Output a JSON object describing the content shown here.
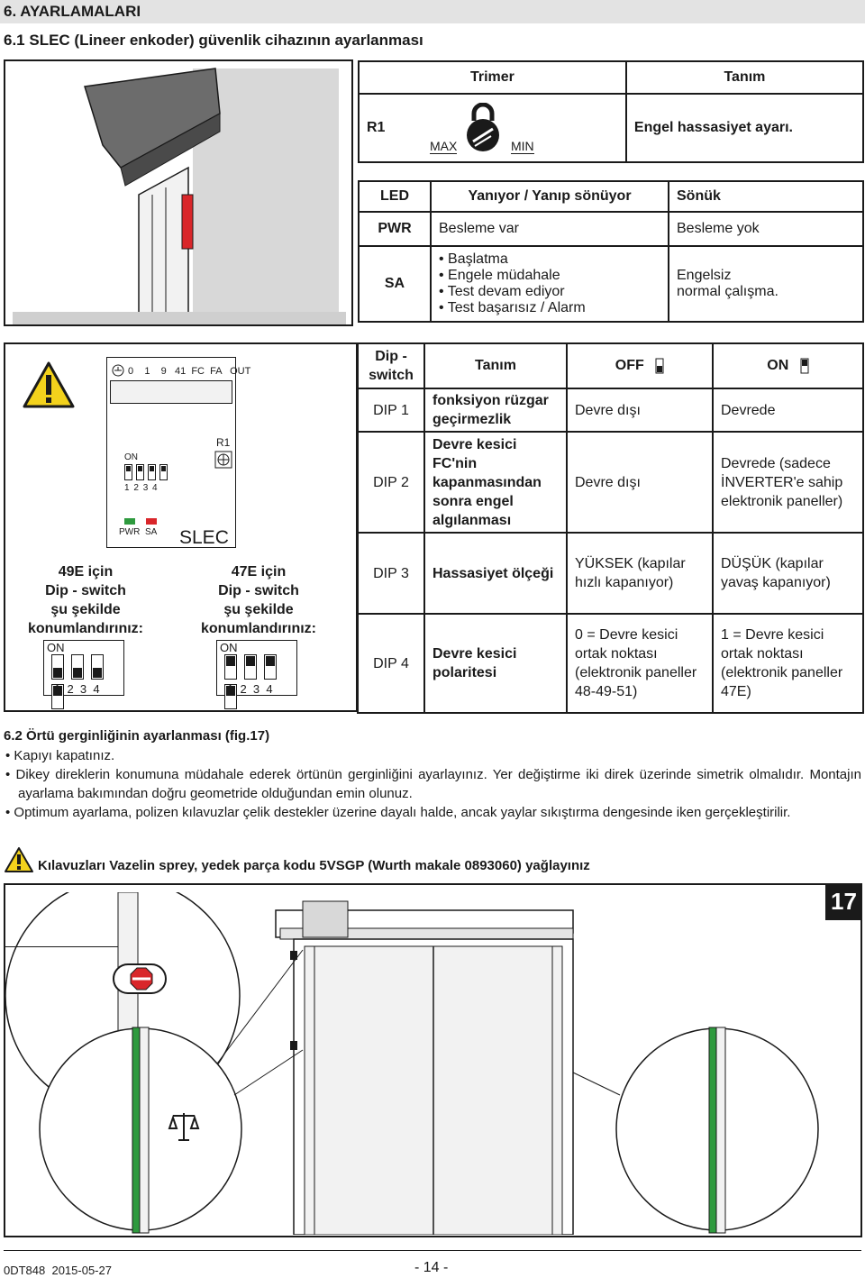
{
  "section": {
    "title": "6. AYARLAMALARI"
  },
  "subsection_1": {
    "title": "6.1 SLEC (Lineer enkoder) güvenlik cihazının ayarlanması"
  },
  "trimmer_table": {
    "headers": [
      "Trimer",
      "Tanım"
    ],
    "row": {
      "label": "R1",
      "max": "MAX",
      "min": "MIN",
      "description": "Engel hassasiyet ayarı."
    }
  },
  "led_table": {
    "headers": [
      "LED",
      "Yanıyor / Yanıp sönüyor",
      "Sönük"
    ],
    "pwr": {
      "label": "PWR",
      "on": "Besleme var",
      "off": "Besleme yok"
    },
    "sa": {
      "label": "SA",
      "on_items": [
        "Başlatma",
        "Engele müdahale",
        "Test devam ediyor",
        "Test başarısız / Alarm"
      ],
      "off_line1": "Engelsiz",
      "off_line2": "normal çalışma."
    }
  },
  "board": {
    "terminals": "0    1    9   41  FC  FA   OUT",
    "on_label": "ON",
    "switch_numbers": [
      "1",
      "2",
      "3",
      "4"
    ],
    "r1_label": "R1",
    "pwr_label": "PWR",
    "sa_label": "SA",
    "slec_label": "SLEC",
    "led_colors": {
      "pwr": "#2e9a3e",
      "sa": "#d9262a"
    }
  },
  "dip_instructions": {
    "left": {
      "line1": "49E için",
      "line2": "Dip - switch",
      "line3": "şu şekilde",
      "line4": "konumlandırınız:",
      "on": "ON",
      "numbers": "1  2  3  4"
    },
    "right": {
      "line1": "47E için",
      "line2": "Dip - switch",
      "line3": "şu şekilde",
      "line4": "konumlandırınız:",
      "on": "ON",
      "numbers": "1  2  3  4"
    }
  },
  "dip_table": {
    "headers": {
      "dip": "Dip - switch",
      "desc": "Tanım",
      "off": "OFF",
      "on": "ON"
    },
    "rows": [
      {
        "dip": "DIP 1",
        "desc": "fonksiyon rüzgar geçirmezlik",
        "off": "Devre dışı",
        "on": "Devrede"
      },
      {
        "dip": "DIP 2",
        "desc": "Devre kesici FC'nin kapanmasından sonra engel algılanması",
        "off": "Devre dışı",
        "on": "Devrede (sadece İNVERTER'e sahip elektronik paneller)"
      },
      {
        "dip": "DIP 3",
        "desc": "Hassasiyet ölçeği",
        "off": "YÜKSEK (kapılar hızlı kapanıyor)",
        "on": "DÜŞÜK (kapılar yavaş kapanıyor)"
      },
      {
        "dip": "DIP 4",
        "desc": "Devre kesici polaritesi",
        "off": "0 = Devre kesici ortak noktası (elektronik paneller 48-49-51)",
        "on": "1 = Devre kesici ortak noktası (elektronik paneller 47E)"
      }
    ]
  },
  "subsection_2": {
    "title": "6.2 Örtü gerginliğinin ayarlanması (fig.17)",
    "bullets": [
      "Kapıyı kapatınız.",
      "Dikey direklerin konumuna müdahale ederek örtünün gerginliğini ayarlayınız. Yer değiştirme iki direk üzerinde simetrik olmalıdır. Montajın ayarlama bakımından doğru geometride olduğundan emin olunuz.",
      "Optimum ayarlama, polizen kılavuzlar çelik destekler üzerine dayalı halde, ancak yaylar sıkıştırma dengesinde iken gerçekleştirilir."
    ],
    "warning": "Kılavuzları Vazelin sprey, yedek parça kodu 5VSGP (Wurth makale 0893060) yağlayınız"
  },
  "figure": {
    "number": "17"
  },
  "colors": {
    "accent_green": "#2e9a3e",
    "stop_red": "#d9262a",
    "header_grey": "#e3e3e3",
    "warning_yellow": "#f3d21c"
  },
  "footer": {
    "code": "0DT848  2015-05-27",
    "page": "- 14 -"
  }
}
